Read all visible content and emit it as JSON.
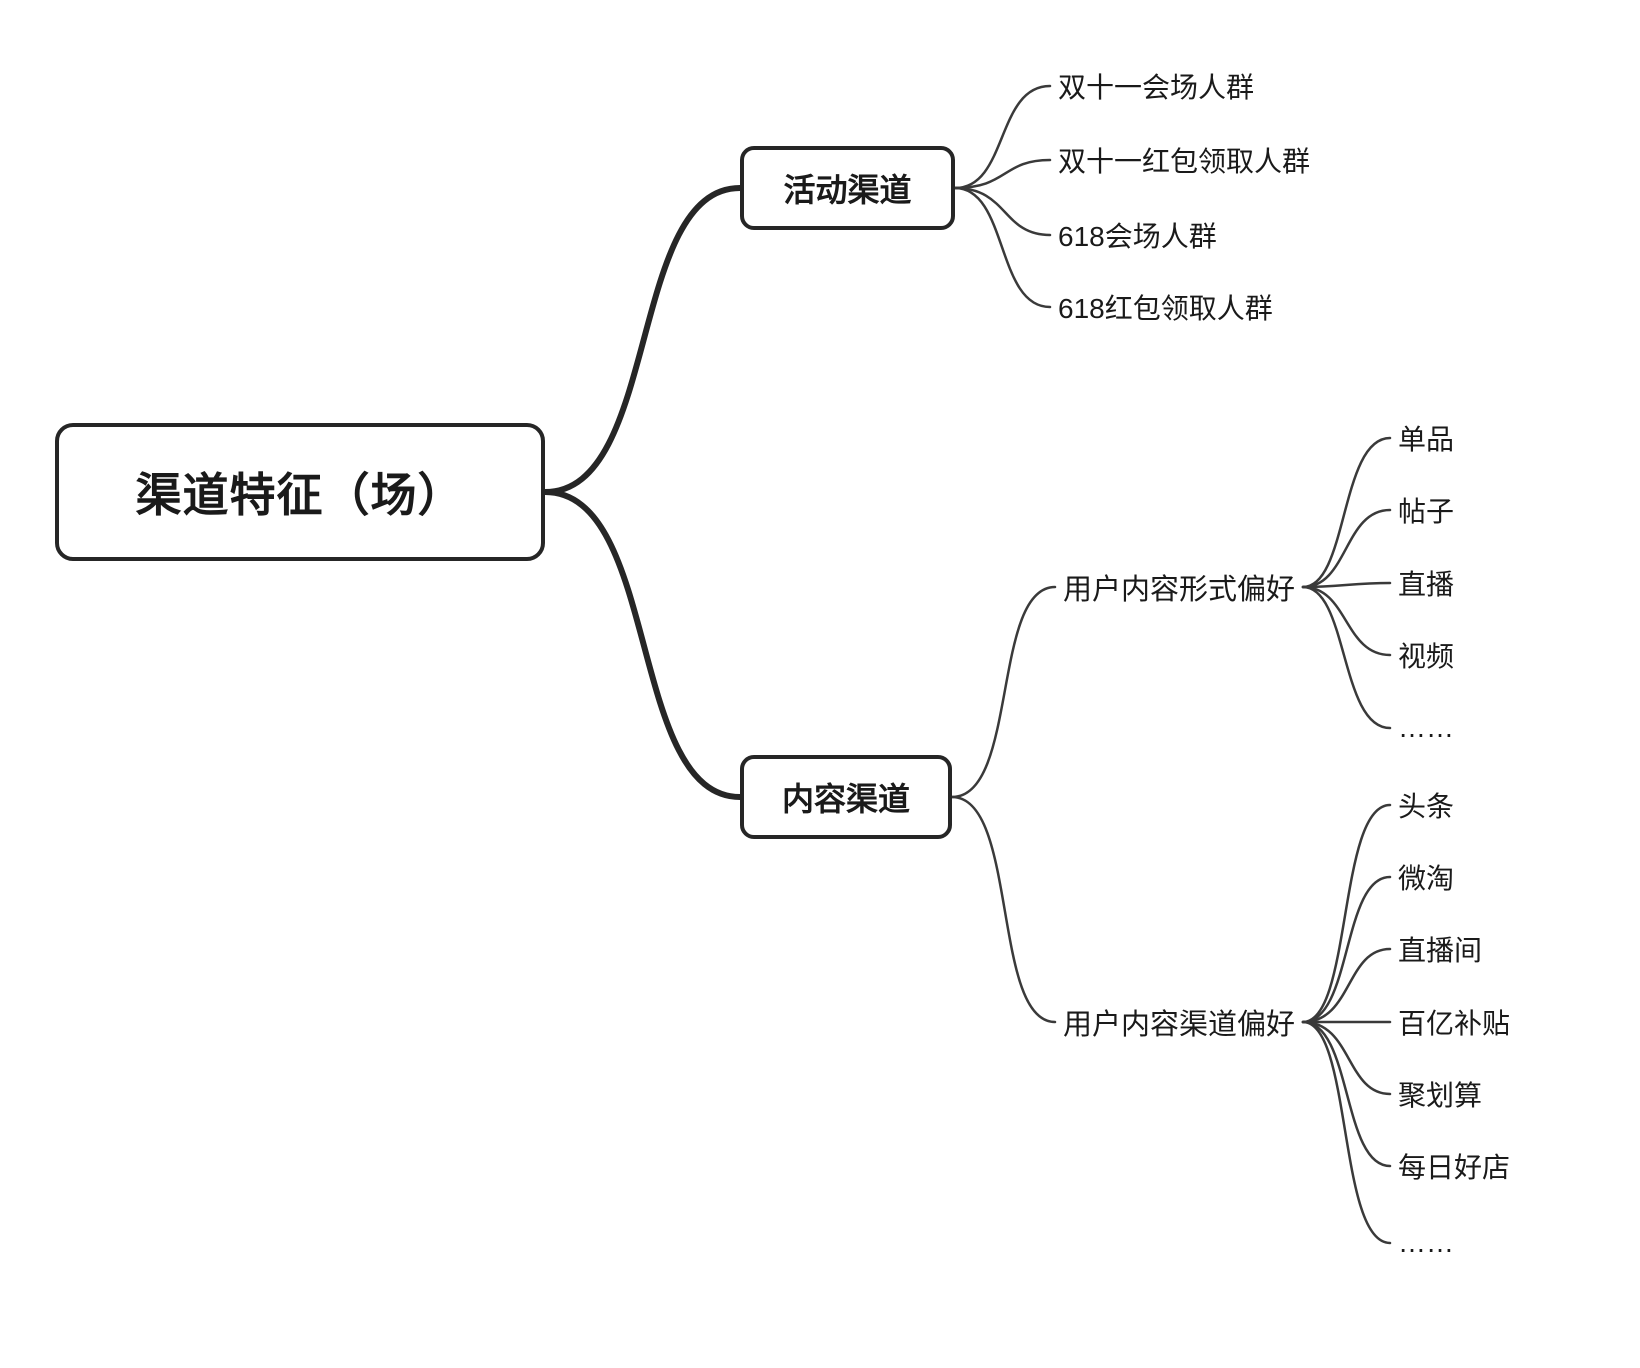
{
  "title": "渠道特征（场）",
  "root": {
    "label": "渠道特征（场）"
  },
  "branches": [
    {
      "label": "活动渠道",
      "children": [
        {
          "label": "双十一会场人群"
        },
        {
          "label": "双十一红包领取人群"
        },
        {
          "label": "618会场人群"
        },
        {
          "label": "618红包领取人群"
        }
      ]
    },
    {
      "label": "内容渠道",
      "children": [
        {
          "label": "用户内容形式偏好",
          "children": [
            {
              "label": "单品"
            },
            {
              "label": "帖子"
            },
            {
              "label": "直播"
            },
            {
              "label": "视频"
            },
            {
              "label": "……"
            }
          ]
        },
        {
          "label": "用户内容渠道偏好",
          "children": [
            {
              "label": "头条"
            },
            {
              "label": "微淘"
            },
            {
              "label": "直播间"
            },
            {
              "label": "百亿补贴"
            },
            {
              "label": "聚划算"
            },
            {
              "label": "每日好店"
            },
            {
              "label": "……"
            }
          ]
        }
      ]
    }
  ],
  "colors": {
    "background": "#ffffff",
    "node_border": "#262626",
    "trunk_connector": "#262626",
    "thin_connector": "#3a3a3a",
    "text": "#1a1a1a"
  }
}
